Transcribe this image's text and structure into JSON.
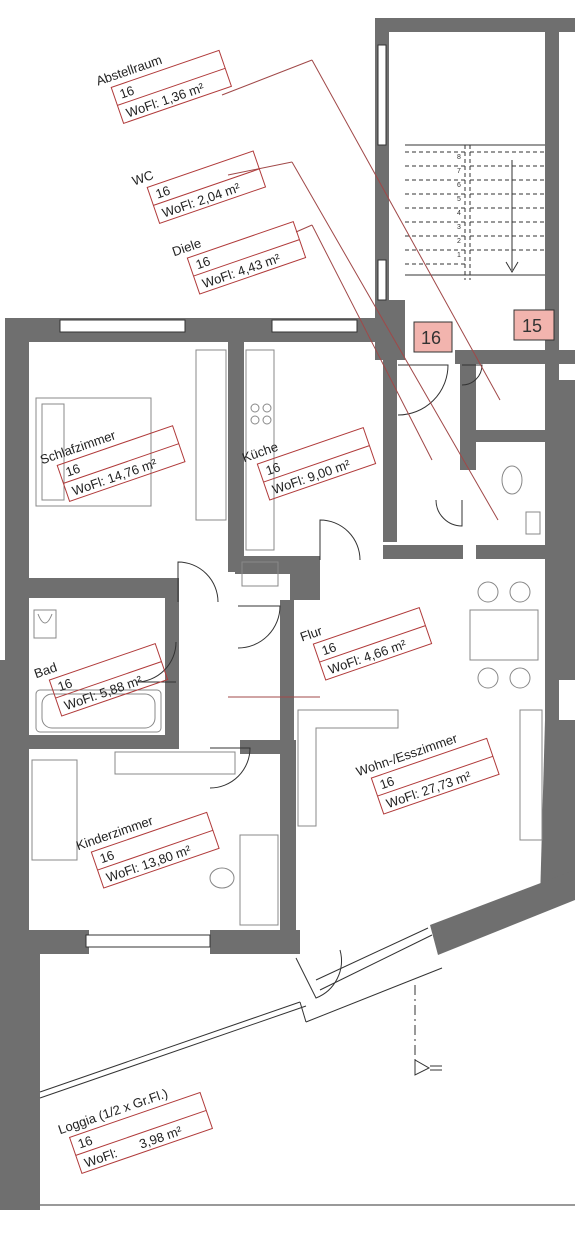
{
  "rooms": {
    "abstellraum": {
      "name": "Abstellraum",
      "unit": "16",
      "area": "WoFl: 1,36 m²"
    },
    "wc": {
      "name": "WC",
      "unit": "16",
      "area": "WoFl: 2,04 m²"
    },
    "diele": {
      "name": "Diele",
      "unit": "16",
      "area": "WoFl: 4,43 m²"
    },
    "schlafzimmer": {
      "name": "Schlafzimmer",
      "unit": "16",
      "area": "WoFl: 14,76 m²"
    },
    "kueche": {
      "name": "Küche",
      "unit": "16",
      "area": "WoFl: 9,00 m²"
    },
    "bad": {
      "name": "Bad",
      "unit": "16",
      "area": "WoFl: 5,88 m²"
    },
    "flur": {
      "name": "Flur",
      "unit": "16",
      "area": "WoFl: 4,66 m²"
    },
    "wohn": {
      "name": "Wohn-/Esszimmer",
      "unit": "16",
      "area": "WoFl: 27,73 m²"
    },
    "kinder": {
      "name": "Kinderzimmer",
      "unit": "16",
      "area": "WoFl: 13,80 m²"
    },
    "loggia": {
      "name": "Loggia (1/2 x Gr.Fl.)",
      "unit": "16",
      "area_label": "WoFl:",
      "area_value": "3,98 m²"
    }
  },
  "unit_tags": {
    "left": "16",
    "right": "15"
  },
  "stair_numbers": [
    "8",
    "7",
    "6",
    "5",
    "4",
    "3",
    "2",
    "1"
  ],
  "colors": {
    "wall": "#6f6f6f",
    "label_border": "#b03a3a",
    "tag_fill": "#f2b4ae",
    "leader": "#a04848"
  }
}
